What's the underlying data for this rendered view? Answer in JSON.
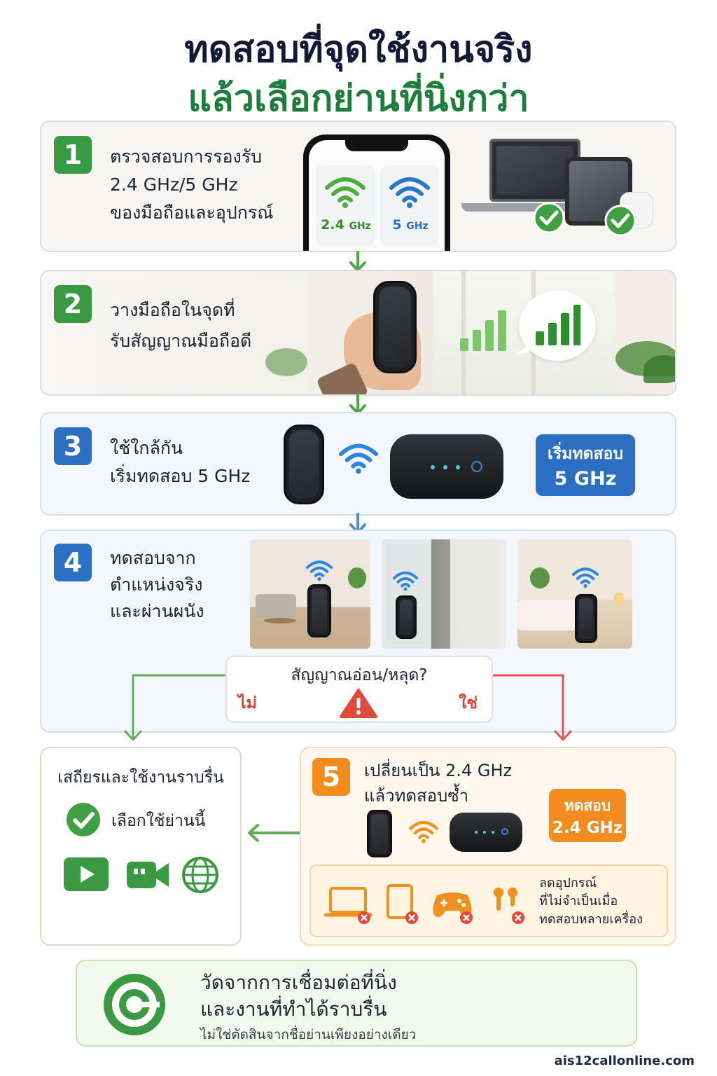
{
  "title": {
    "line1": "ทดสอบที่จุดใช้งานจริง",
    "line2": "แล้วเลือกย่านที่นิ่งกว่า"
  },
  "step1": {
    "num": "1",
    "lines": [
      "ตรวจสอบการรองรับ",
      "2.4 GHz/5 GHz",
      "ของมือถือและอุปกรณ์"
    ],
    "band_24": "2.4",
    "band_24_unit": "GHz",
    "band_5": "5",
    "band_5_unit": "GHz"
  },
  "step2": {
    "num": "2",
    "lines": [
      "วางมือถือในจุดที่",
      "รับสัญญาณมือถือดี"
    ]
  },
  "step3": {
    "num": "3",
    "lines": [
      "ใช้ใกล้กัน",
      "เริ่มทดสอบ 5 GHz"
    ],
    "badge_line1": "เริ่มทดสอบ",
    "badge_line2": "5 GHz"
  },
  "step4": {
    "num": "4",
    "lines": [
      "ทดสอบจาก",
      "ตำแหน่งจริง",
      "และผ่านผนัง"
    ],
    "question": "สัญญาณอ่อน/หลุด?",
    "no_label": "ไม่",
    "yes_label": "ใช่"
  },
  "stable": {
    "title": "เสถียรและใช้งานราบรื่น",
    "choose": "เลือกใช้ย่านนี้"
  },
  "step5": {
    "num": "5",
    "lines": [
      "เปลี่ยนเป็น 2.4 GHz",
      "แล้วทดสอบซ้ำ"
    ],
    "badge_line1": "ทดสอบ",
    "badge_line2": "2.4 GHz",
    "reduce_lines": [
      "ลดอุปกรณ์",
      "ที่ไม่จำเป็นเมื่อ",
      "ทดสอบหลายเครื่อง"
    ]
  },
  "bottom": {
    "line1": "วัดจากการเชื่อมต่อที่นิ่ง",
    "line2": "และงานที่ทำได้ราบรื่น",
    "line3": "ไม่ใช่ตัดสินจากชื่อย่านเพียงอย่างเดียว"
  },
  "footer": "ais12callonline.com",
  "colors": {
    "green": "#3a9a43",
    "blue": "#2b6fc2",
    "orange": "#f28c1e",
    "red": "#e04b3c"
  }
}
